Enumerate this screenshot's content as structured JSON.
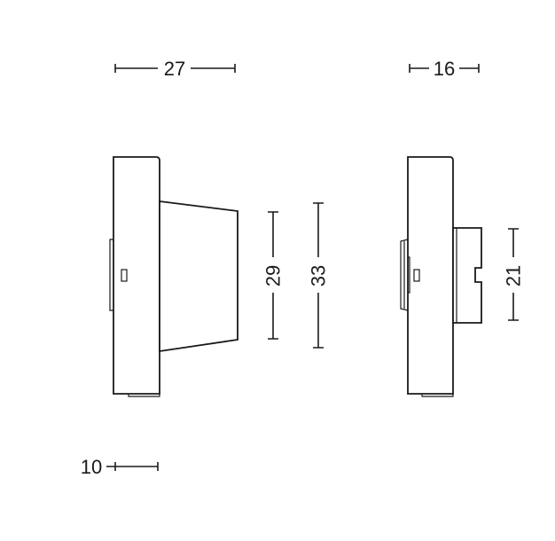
{
  "dimensions": {
    "width_front": "27",
    "width_side": "16",
    "height_inner": "29",
    "height_outer": "33",
    "height_side": "21",
    "depth_base": "10"
  }
}
